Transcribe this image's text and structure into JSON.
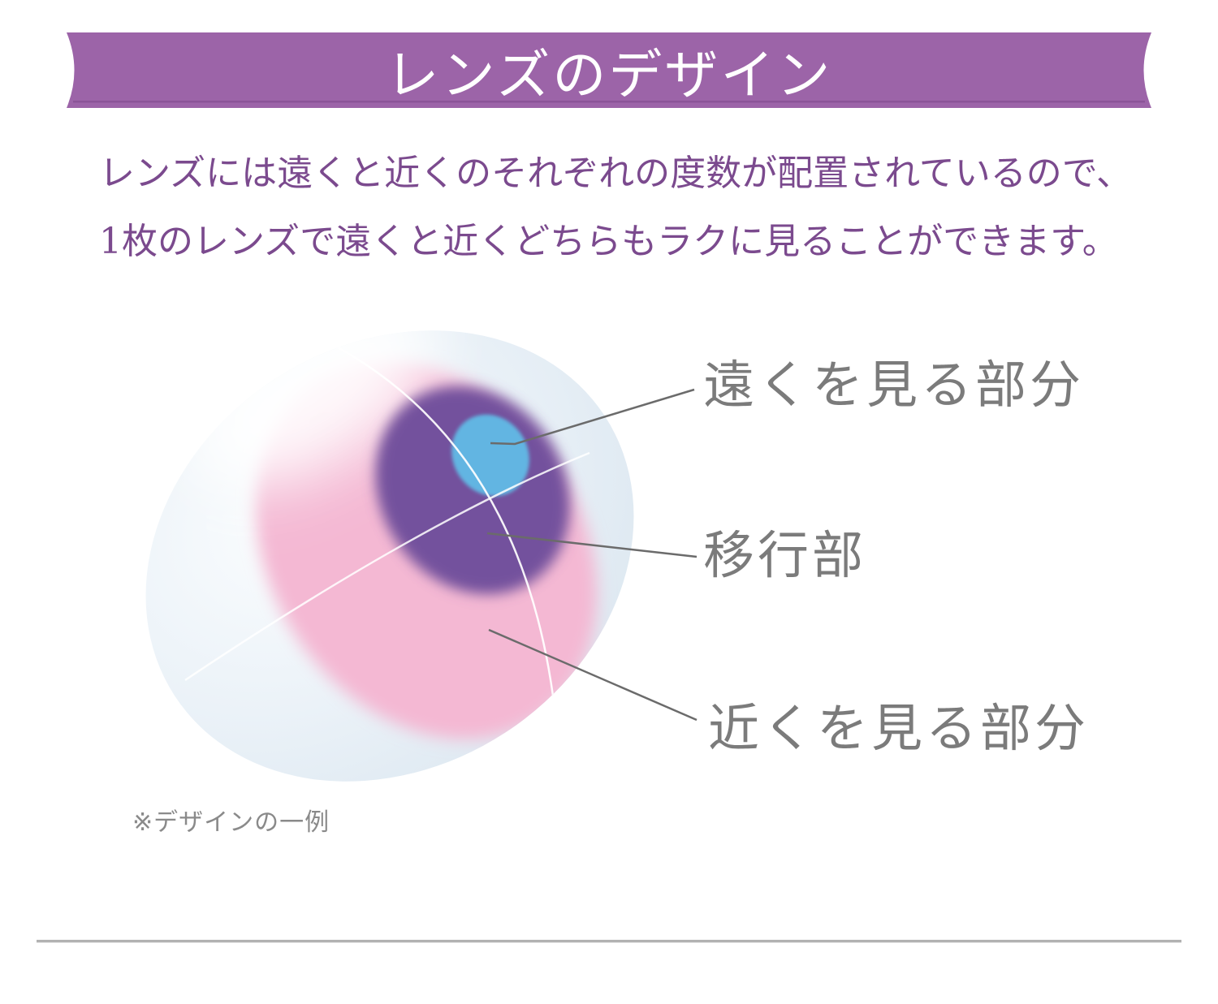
{
  "banner": {
    "title": "レンズのデザイン"
  },
  "description": {
    "line1": "レンズには遠くと近くのそれぞれの度数が配置されているので、",
    "line2": "1枚のレンズで遠くと近くどちらもラクに見ることができます。"
  },
  "diagram": {
    "labels": [
      {
        "id": "far",
        "text": "遠くを見る部分"
      },
      {
        "id": "transition",
        "text": "移行部"
      },
      {
        "id": "near",
        "text": "近くを見る部分"
      }
    ],
    "footnote": "※デザインの一例"
  },
  "colors": {
    "banner": "#9C64A8",
    "banner_stripe": "#8A5397",
    "banner_text": "#FFFFFF",
    "body_text": "#7B4A8E",
    "label_text": "#7B7B7B",
    "leader_line": "#6B6B6B",
    "footnote_text": "#8A8A8A",
    "divider": "#8C8C8C",
    "lens_outer": "#E7EFF5",
    "near_zone_pink": "#F4B8D3",
    "transition_zone_purple": "#73519D",
    "far_zone_blue": "#62B5E2"
  }
}
